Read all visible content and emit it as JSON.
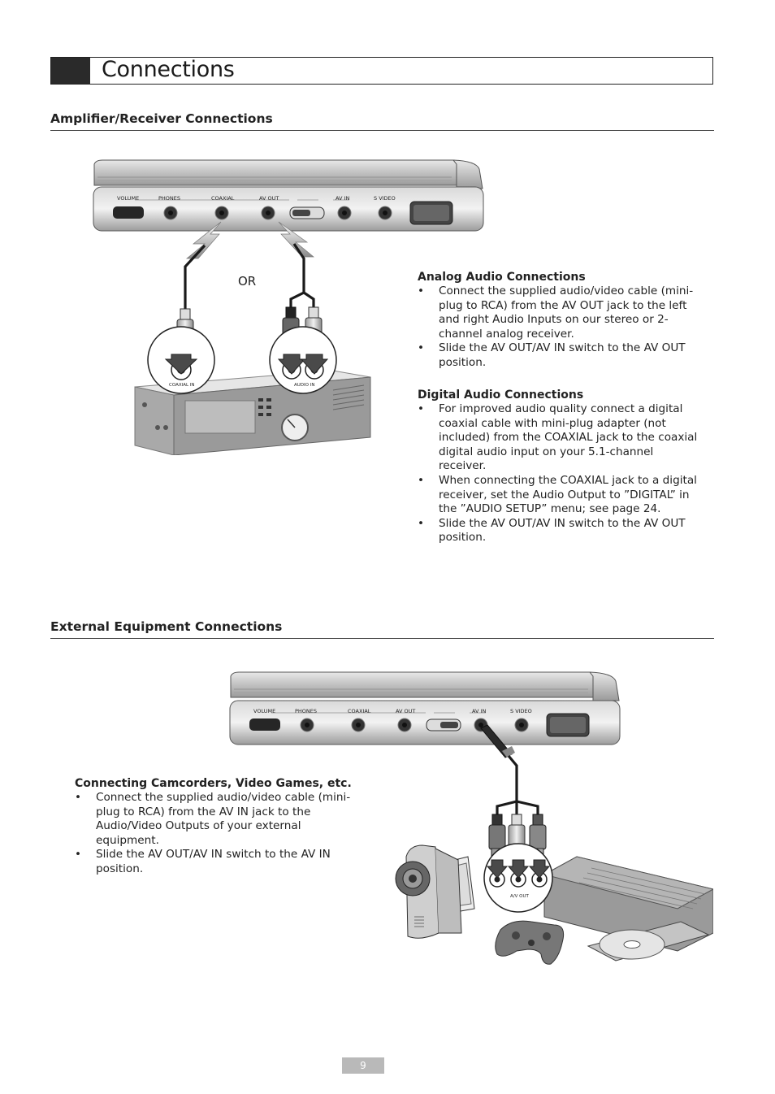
{
  "page": {
    "title": "Connections",
    "number": "9"
  },
  "amplifier": {
    "heading": "Amplifier/Receiver Connections",
    "diagram": {
      "panel_labels": [
        "VOLUME",
        "PHONES",
        "COAXIAL",
        "AV OUT",
        "AV IN",
        "S VIDEO"
      ],
      "or_label": "OR",
      "coaxial_in_label": "COAXIAL IN",
      "audio_in_label": "AUDIO IN"
    },
    "analog": {
      "heading": "Analog Audio Connections",
      "bullets": [
        "Connect the supplied audio/video cable (mini-plug to RCA) from the AV OUT jack to the left and right Audio Inputs on our stereo or 2-channel analog receiver.",
        "Slide the AV OUT/AV IN switch to the AV OUT position."
      ]
    },
    "digital": {
      "heading": "Digital Audio Connections",
      "bullets": [
        "For improved audio quality connect a digital coaxial cable with mini-plug adapter (not included) from the COAXIAL jack to the coaxial digital audio input on your 5.1-channel receiver.",
        "When connecting the COAXIAL jack to a digital receiver, set the Audio Output to ”DIGITAL” in the ”AUDIO SETUP” menu; see page 24.",
        "Slide the AV OUT/AV IN switch to the AV OUT position."
      ]
    }
  },
  "external": {
    "heading": "External Equipment Connections",
    "diagram": {
      "panel_labels": [
        "VOLUME",
        "PHONES",
        "COAXIAL",
        "AV OUT",
        "AV IN",
        "S VIDEO"
      ],
      "av_out_label": "A/V OUT"
    },
    "camcorders": {
      "heading": "Connecting Camcorders, Video Games, etc.",
      "bullets": [
        "Connect the supplied audio/video cable (mini-plug to RCA) from the AV IN jack to the Audio/Video Outputs of your external equipment.",
        "Slide the AV OUT/AV IN switch to the AV IN position."
      ]
    }
  }
}
